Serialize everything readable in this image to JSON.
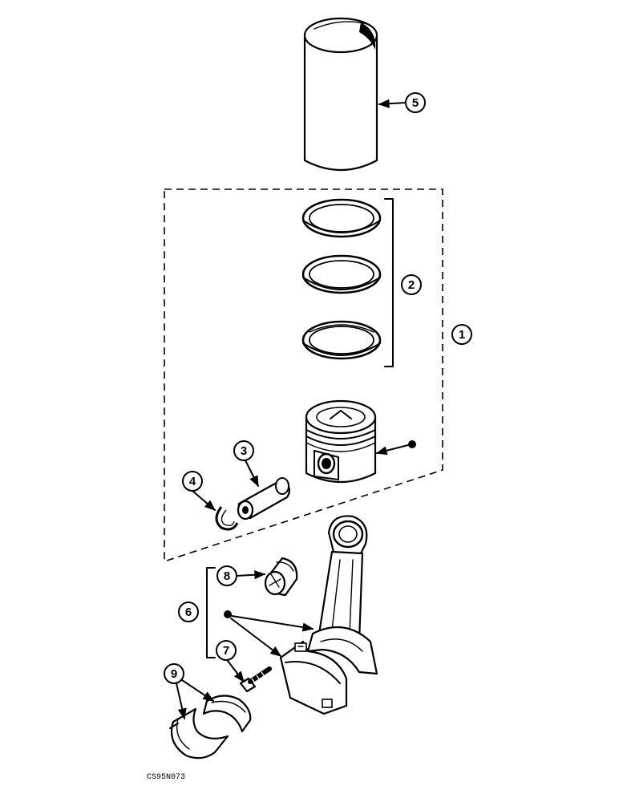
{
  "callouts": {
    "c1": "1",
    "c2": "2",
    "c3": "3",
    "c4": "4",
    "c5": "5",
    "c6": "6",
    "c7": "7",
    "c8": "8",
    "c9": "9"
  },
  "drawing_code": "CS95N073"
}
